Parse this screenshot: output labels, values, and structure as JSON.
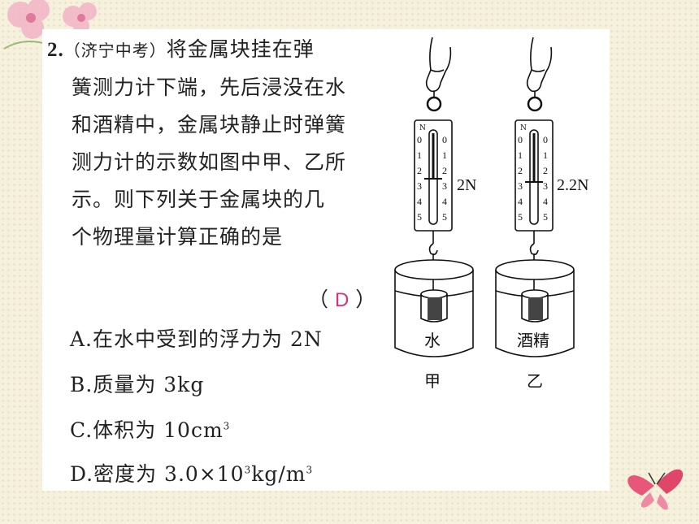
{
  "question": {
    "number": "2.",
    "source": "（济宁中考）",
    "text_line1": "将金属块挂在弹",
    "text_lines": [
      "簧测力计下端，先后浸没在水",
      "和酒精中，金属块静止时弹簧",
      "测力计的示数如图中甲、乙所",
      "示。则下列关于金属块的几",
      "个物理量计算正确的是"
    ],
    "answer_open": "（",
    "answer": "D",
    "answer_close": "）"
  },
  "options": [
    {
      "label": "A.",
      "text": "在水中受到的浮力为 2N",
      "sup": ""
    },
    {
      "label": "B.",
      "text": "质量为 3kg",
      "sup": ""
    },
    {
      "label": "C.",
      "text": "体积为 10cm",
      "sup": "3"
    },
    {
      "label": "D.",
      "text": "密度为 3.0×10",
      "sup": "3",
      "text2": "kg/m",
      "sup2": "3"
    }
  ],
  "figure": {
    "unit": "N",
    "scale_ticks": [
      "0",
      "1",
      "2",
      "3",
      "4",
      "5"
    ],
    "left": {
      "reading": "2N",
      "liquid": "水",
      "caption": "甲"
    },
    "right": {
      "reading": "2.2N",
      "liquid": "酒精",
      "caption": "乙"
    }
  },
  "colors": {
    "answer": "#d6337f",
    "background": "#f6f1dc",
    "flower": "#e58aa8",
    "butterfly": "#e0456a"
  }
}
